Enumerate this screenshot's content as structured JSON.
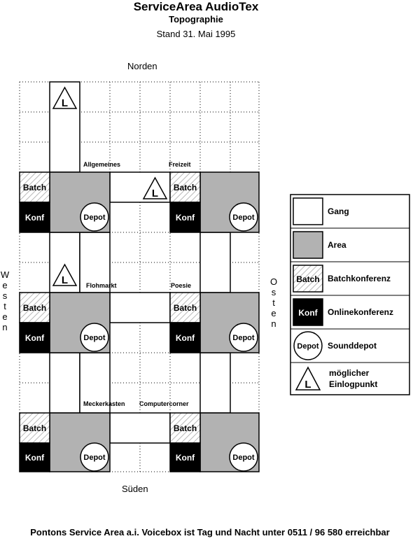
{
  "header": {
    "title": "ServiceArea AudioTex",
    "subtitle": "Topographie",
    "date": "Stand 31. Mai 1995"
  },
  "compass": {
    "north": "Norden",
    "south": "Süden",
    "west": "Westen",
    "east": "Osten"
  },
  "map": {
    "batch_label": "Batch",
    "konf_label": "Konf",
    "depot_label": "Depot",
    "login_glyph": "L",
    "areas": [
      "Allgemeines",
      "Freizeit",
      "Flohmarkt",
      "Poesie",
      "Meckerkasten",
      "Computercorner"
    ]
  },
  "legend": {
    "items": [
      {
        "symbol": "",
        "label": "Gang"
      },
      {
        "symbol": "",
        "label": "Area"
      },
      {
        "symbol": "Batch",
        "label": "Batchkonferenz"
      },
      {
        "symbol": "Konf",
        "label": "Onlinekonferenz"
      },
      {
        "symbol": "Depot",
        "label": "Sounddepot"
      },
      {
        "symbol": "L",
        "label": "möglicher",
        "label2": "Einlogpunkt"
      }
    ]
  },
  "footer": "Pontons Service Area a.i. Voicebox ist Tag und Nacht unter 0511 / 96 580 erreichbar"
}
